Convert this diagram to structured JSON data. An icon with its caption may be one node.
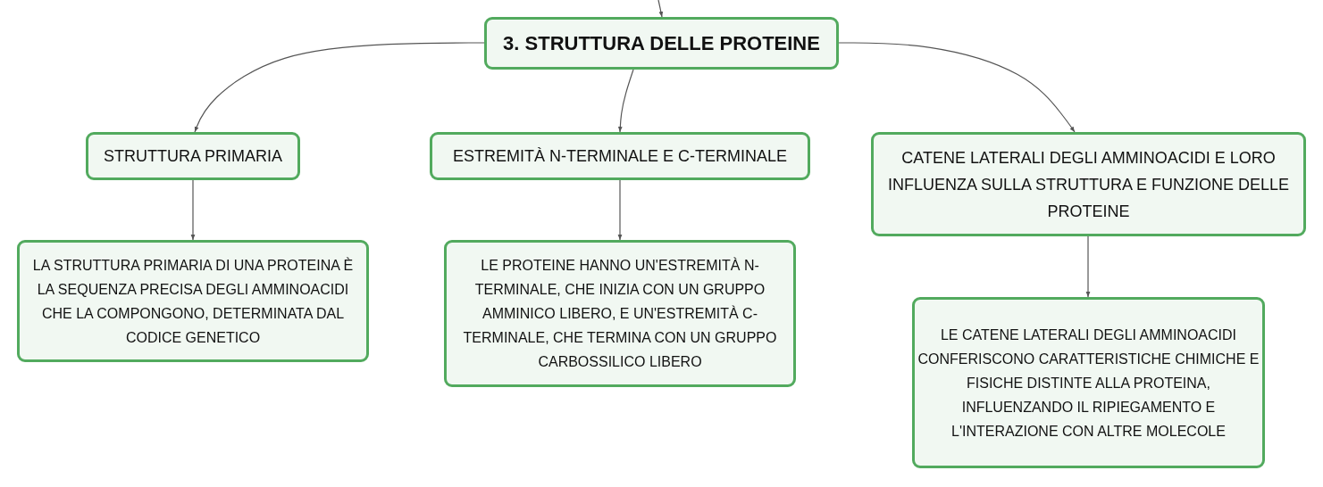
{
  "diagram": {
    "nodes": [
      {
        "text": [
          "3. STRUTTURA DELLE PROTEINE"
        ]
      },
      {
        "text": [
          "STRUTTURA PRIMARIA"
        ]
      },
      {
        "text": [
          "ESTREMITÀ N-TERMINALE E C-TERMINALE"
        ]
      },
      {
        "text": [
          "CATENE LATERALI DEGLI AMMINOACIDI E LORO INFLUENZA SULLA STRUTTURA E FUNZIONE DELLE PROTEINE"
        ]
      },
      {
        "text": [
          "LA STRUTTURA PRIMARIA DI UNA PROTEINA È LA SEQUENZA PRECISA DEGLI AMMINOACIDI CHE LA COMPONGONO, DETERMINATA DAL CODICE GENETICO"
        ]
      },
      {
        "text": [
          "LE PROTEINE HANNO UN'ESTREMITÀ N-TERMINALE, CHE INIZIA CON UN GRUPPO AMMINICO LIBERO, E UN'ESTREMITÀ C-TERMINALE, CHE TERMINA CON UN GRUPPO CARBOSSILICO LIBERO"
        ]
      },
      {
        "text": [
          "LE CATENE LATERALI DEGLI AMMINOACIDI CONFERISCONO CARATTERISTICHE CHIMICHE E FISICHE DISTINTE ALLA PROTEINA, INFLUENZANDO IL RIPIEGAMENTO E L'INTERAZIONE CON ALTRE MOLECOLE"
        ]
      }
    ],
    "edges": [
      {
        "from": null,
        "to": 0,
        "arrow": "to"
      },
      {
        "from": 0,
        "to": 1,
        "arrow": "to"
      },
      {
        "from": 0,
        "to": 2,
        "arrow": "to"
      },
      {
        "from": 0,
        "to": 3,
        "arrow": "to"
      },
      {
        "from": 1,
        "to": 4,
        "arrow": "to"
      },
      {
        "from": 2,
        "to": 5,
        "arrow": "to"
      },
      {
        "from": 3,
        "to": 6,
        "arrow": "to"
      }
    ]
  }
}
